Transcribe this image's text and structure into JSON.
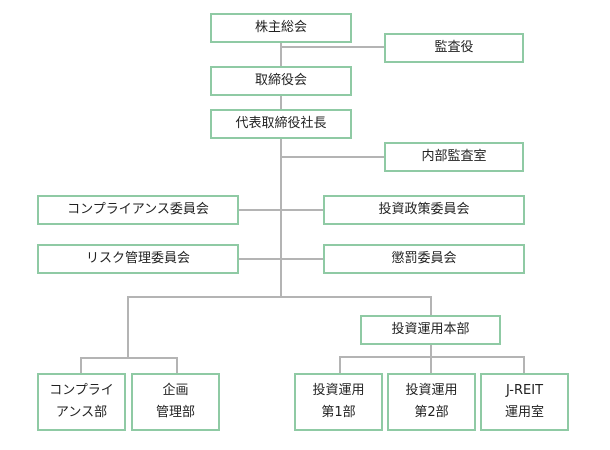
{
  "colors": {
    "box_border": "#8fcaa4",
    "line": "#b4b4b4",
    "text": "#222222",
    "background": "#ffffff"
  },
  "org": {
    "shareholders_meeting": "株主総会",
    "auditors": "監査役",
    "board": "取締役会",
    "president": "代表取締役社長",
    "internal_audit": "内部監査室",
    "compliance_committee": "コンプライアンス委員会",
    "investment_policy_committee": "投資政策委員会",
    "risk_committee": "リスク管理委員会",
    "disciplinary_committee": "懲罰委員会",
    "investment_division": "投資運用本部",
    "compliance_dept": {
      "line1": "コンプライ",
      "line2": "アンス部"
    },
    "planning_dept": {
      "line1": "企画",
      "line2": "管理部"
    },
    "investment_dept1": {
      "line1": "投資運用",
      "line2": "第1部"
    },
    "investment_dept2": {
      "line1": "投資運用",
      "line2": "第2部"
    },
    "jreit_office": {
      "line1": "J-REIT",
      "line2": "運用室"
    }
  }
}
